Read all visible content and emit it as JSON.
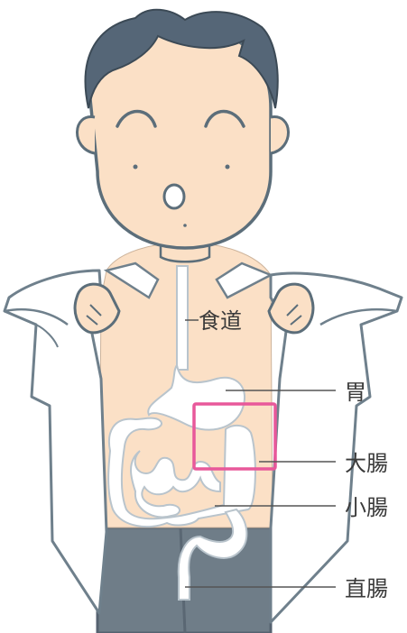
{
  "labels": {
    "esophagus": "食道",
    "stomach": "胃",
    "large_intestine": "大腸",
    "small_intestine": "小腸",
    "rectum": "直腸"
  },
  "colors": {
    "skin": "#fbe0c6",
    "hair": "#556677",
    "outline": "#5c6e7a",
    "coat": "#ffffff",
    "pants": "#6f7d88",
    "organ_fill": "#ffffff",
    "highlight_box": "#e8589a",
    "leader_line": "#555555"
  }
}
